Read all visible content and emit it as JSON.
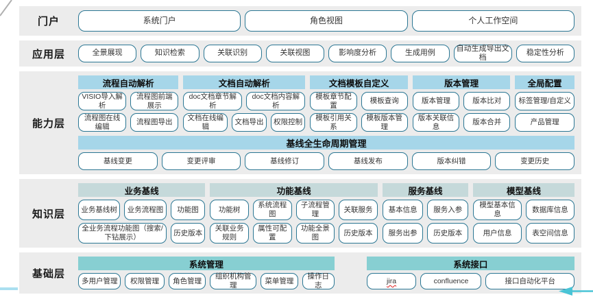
{
  "colors": {
    "row_background": "#ececec",
    "button_border": "#2a7693",
    "capability_header": "#a6d6e9",
    "knowledge_header": "#c5d9da",
    "foundation_header": "#87cfd2",
    "spellcheck_underline": "#e03131",
    "arrow": "#49c4d6",
    "corner_line": "#b0b0b0",
    "bottom_edge_line": "#aadff0"
  },
  "layers": [
    {
      "name": "portal",
      "label": "门户",
      "buttons": [
        "系统门户",
        "角色视图",
        "个人工作空间"
      ]
    },
    {
      "name": "application",
      "label": "应用层",
      "buttons": [
        "全景展现",
        "知识检索",
        "关联识别",
        "关联视图",
        "影响度分析",
        "生成用例",
        "自动生成导出文档",
        "稳定性分析"
      ]
    },
    {
      "name": "capability",
      "label": "能力层",
      "header_color": "#a6d6e9",
      "groups": [
        {
          "id": "process-auto-parse",
          "title": "流程自动解析",
          "flex": 152,
          "rows": [
            [
              "VISIO导入解析",
              "流程图前端展示"
            ],
            [
              "流程图在线编辑",
              "流程图导出"
            ]
          ]
        },
        {
          "id": "doc-auto-parse",
          "title": "文档自动解析",
          "flex": 185,
          "rows": [
            [
              "doc文档章节解析",
              "doc文档内容解析"
            ],
            [
              {
                "label": "文档在线编辑",
                "flex": 1.2
              },
              {
                "label": "文档导出",
                "flex": 0.9
              },
              {
                "label": "权限控制",
                "flex": 0.9
              }
            ]
          ]
        },
        {
          "id": "doc-template-custom",
          "title": "文档模板自定义",
          "flex": 148,
          "rows": [
            [
              "模板章节配置",
              "模板查询"
            ],
            [
              "模板引用关系",
              "模板版本管理"
            ]
          ]
        },
        {
          "id": "version-management",
          "title": "版本管理",
          "flex": 148,
          "rows": [
            [
              "版本管理",
              "版本比对"
            ],
            [
              "版本关联信息",
              "版本合并"
            ]
          ]
        },
        {
          "id": "global-config",
          "title": "全局配置",
          "flex": 90,
          "rows": [
            [
              "标签管理/自定义"
            ],
            [
              "产品管理"
            ]
          ]
        }
      ],
      "band": {
        "title": "基线全生命周期管理",
        "buttons": [
          "基线变更",
          "变更评审",
          "基线修订",
          "基线发布",
          "版本纠错",
          "变更历史"
        ]
      }
    },
    {
      "name": "knowledge",
      "label": "知识层",
      "header_color": "#c5d9da",
      "groups": [
        {
          "id": "business-baseline",
          "title": "业务基线",
          "flex": 188,
          "rows": [
            [
              "业务基线树",
              "业务流程图",
              {
                "label": "功能图",
                "flex": 0.8
              }
            ],
            [
              {
                "label": "全业务流程功能图（搜索/下钻展示）",
                "flex": 2.3
              },
              {
                "label": "历史版本",
                "flex": 0.8
              }
            ]
          ]
        },
        {
          "id": "function-baseline",
          "title": "功能基线",
          "flex": 248,
          "rows": [
            [
              "功能树",
              "系统流程图",
              "子流程管理",
              "关联服务"
            ],
            [
              "关联业务规则",
              "属性可配置",
              "功能全景图",
              "历史版本"
            ]
          ]
        },
        {
          "id": "service-baseline",
          "title": "服务基线",
          "flex": 127,
          "rows": [
            [
              "基本信息",
              "服务入参"
            ],
            [
              "服务出参",
              "历史版本"
            ]
          ]
        },
        {
          "id": "model-baseline",
          "title": "模型基线",
          "flex": 150,
          "rows": [
            [
              "模型基本信息",
              "数据库信息"
            ],
            [
              "用户信息",
              "表空间信息"
            ]
          ]
        }
      ]
    },
    {
      "name": "foundation",
      "label": "基础层",
      "header_color": "#87cfd2",
      "groups": [
        {
          "id": "system-management",
          "title": "系统管理",
          "flex": 372,
          "rows": [
            [
              {
                "label": "多用户管理",
                "flex": 1.05
              },
              {
                "label": "权限管理",
                "flex": 0.95
              },
              {
                "label": "角色管理",
                "flex": 0.9
              },
              {
                "label": "组织机构管理",
                "flex": 1.15
              },
              {
                "label": "菜单管理",
                "flex": 0.9
              },
              {
                "label": "操作日志",
                "flex": 0.75
              }
            ]
          ]
        },
        {
          "id": "system-interface",
          "title": "系统接口",
          "flex": 302,
          "gap_before": 40,
          "rows": [
            [
              {
                "label": "jira",
                "wavy": true,
                "flex": 0.8
              },
              {
                "label": "confluence",
                "flex": 1
              },
              {
                "label": "接口自动化平台",
                "flex": 1.5
              }
            ]
          ]
        }
      ]
    }
  ]
}
